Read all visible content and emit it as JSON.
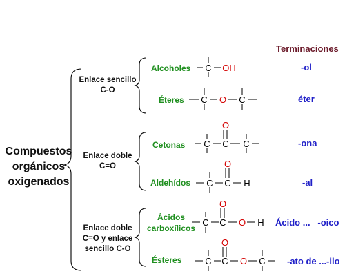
{
  "header": {
    "terminations": "Terminaciones"
  },
  "main_title": [
    "Compuestos",
    "orgánicos",
    "oxigenados"
  ],
  "groups": [
    {
      "label": [
        "Enlace sencillo",
        "C-O"
      ],
      "families": [
        {
          "name": [
            "Alcoholes"
          ],
          "ending": "-ol",
          "formula": {
            "carbon": "C",
            "oxygen": "OH"
          }
        },
        {
          "name": [
            "Éteres"
          ],
          "ending": "éter",
          "formula": {
            "carbon": "C",
            "oxygen": "O"
          }
        }
      ]
    },
    {
      "label": [
        "Enlace doble",
        "C=O"
      ],
      "families": [
        {
          "name": [
            "Cetonas"
          ],
          "ending": "-ona",
          "formula": {
            "carbon": "C",
            "oxygen": "O"
          }
        },
        {
          "name": [
            "Aldehídos"
          ],
          "ending": "-al",
          "formula": {
            "carbon": "C",
            "oxygen": "O",
            "hydrogen": "H"
          }
        }
      ]
    },
    {
      "label": [
        "Enlace doble",
        "C=O y enlace",
        "sencillo C-O"
      ],
      "families": [
        {
          "name": [
            "Ácidos",
            "carboxílicos"
          ],
          "ending": "Ácido ...   -oico",
          "formula": {
            "carbon": "C",
            "oxygen": "O",
            "hydrogen": "H"
          }
        },
        {
          "name": [
            "Ésteres"
          ],
          "ending": "-ato de ...-ilo",
          "formula": {
            "carbon": "C",
            "oxygen": "O"
          }
        }
      ]
    }
  ],
  "colors": {
    "family": "#1f8f1f",
    "ending": "#1f1fc8",
    "oxygen": "#d40000",
    "header": "#6b1a2a",
    "bonds": "#000000"
  }
}
